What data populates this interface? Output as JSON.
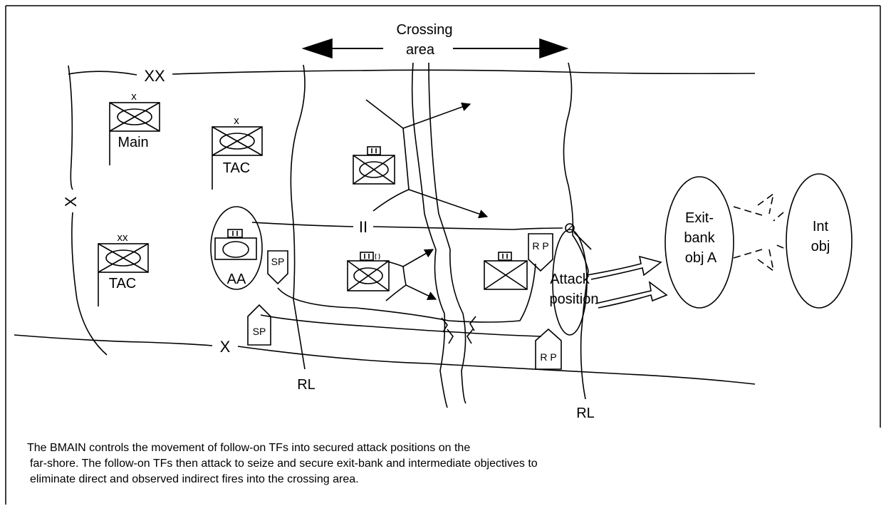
{
  "crossing_area_line1": "Crossing",
  "crossing_area_line2": "area",
  "boundary_xx": "XX",
  "boundary_x_left": "X",
  "boundary_x_bottom": "X",
  "boundary_ii": "II",
  "release_line_left": "RL",
  "release_line_right": "RL",
  "brigade_main": {
    "echelon": "x",
    "label": "Main"
  },
  "brigade_tac": {
    "echelon": "x",
    "label": "TAC"
  },
  "division_tac": {
    "echelon": "xx",
    "label": "TAC"
  },
  "assembly_area": {
    "label": "AA"
  },
  "start_point_upper": "SP",
  "start_point_lower": "SP",
  "release_point_upper": "R P",
  "release_point_lower": "R P",
  "attack_position_line1": "Attack",
  "attack_position_line2": "position",
  "exit_bank_objective": {
    "line1": "Exit-",
    "line2": "bank",
    "line3": "obj A"
  },
  "intermediate_objective": {
    "line1": "Int",
    "line2": "obj"
  },
  "caption": {
    "line1": "The BMAIN controls the movement of follow-on TFs into secured attack positions on the",
    "line2": "far-shore.  The follow-on TFs then attack to seize and secure exit-bank and intermediate objectives to",
    "line3": "eliminate direct and observed indirect fires into the crossing area."
  }
}
